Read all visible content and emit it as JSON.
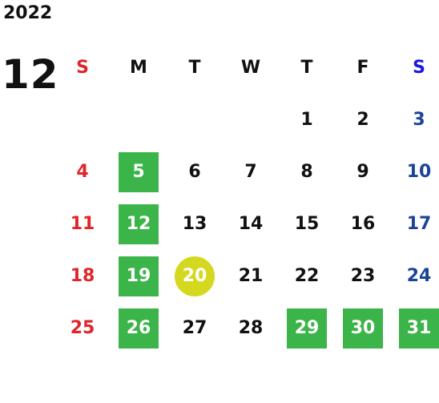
{
  "calendar": {
    "year": "2022",
    "month": "12",
    "weekdays": [
      "S",
      "M",
      "T",
      "W",
      "T",
      "F",
      "S"
    ],
    "weeks": [
      [
        "",
        "",
        "",
        "",
        "1",
        "2",
        "3"
      ],
      [
        "4",
        "5",
        "6",
        "7",
        "8",
        "9",
        "10"
      ],
      [
        "11",
        "12",
        "13",
        "14",
        "15",
        "16",
        "17"
      ],
      [
        "18",
        "19",
        "20",
        "21",
        "22",
        "23",
        "24"
      ],
      [
        "25",
        "26",
        "27",
        "28",
        "29",
        "30",
        "31"
      ]
    ],
    "highlighted_days": [
      "5",
      "12",
      "19",
      "26",
      "29",
      "30",
      "31"
    ],
    "today": "20"
  },
  "colors": {
    "sunday": "#e0252a",
    "saturday": "#1c4396",
    "highlight": "#3bb54a",
    "today": "#d4d81f"
  }
}
